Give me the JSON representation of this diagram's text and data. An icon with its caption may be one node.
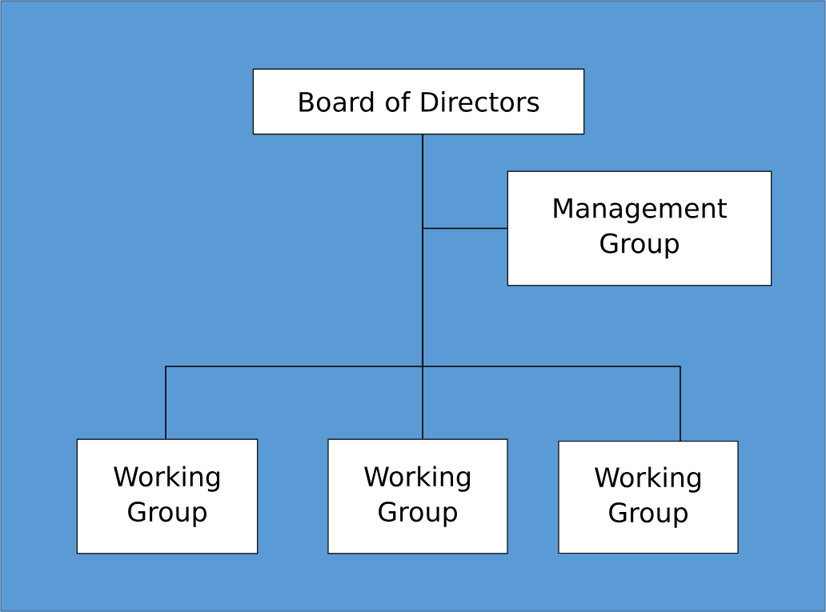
{
  "diagram": {
    "nodes": [
      {
        "text": [
          "Board of Directors"
        ]
      },
      {
        "text": [
          "Management Group"
        ]
      },
      {
        "text": [
          "Working Group"
        ]
      },
      {
        "text": [
          "Working Group"
        ]
      },
      {
        "text": [
          "Working Group"
        ]
      }
    ],
    "edges": [
      {
        "from": 0,
        "to": 1,
        "arrow": "none"
      },
      {
        "from": 0,
        "to": 2,
        "arrow": "none"
      },
      {
        "from": 0,
        "to": 3,
        "arrow": "none"
      },
      {
        "from": 0,
        "to": 4,
        "arrow": "none"
      }
    ]
  }
}
